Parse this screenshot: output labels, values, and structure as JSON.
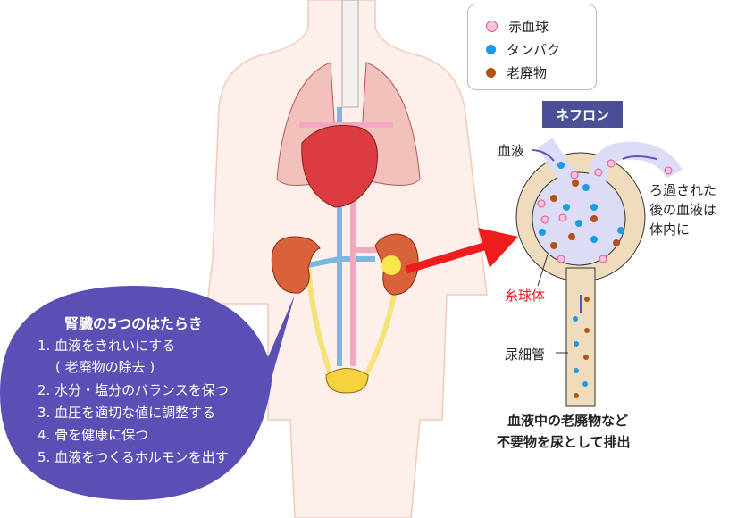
{
  "legend": {
    "items": [
      {
        "label": "赤血球",
        "color": "#f7c4dc",
        "border": "#e0558f"
      },
      {
        "label": "タンパク",
        "color": "#1a9be8",
        "border": "#1a9be8"
      },
      {
        "label": "老廃物",
        "color": "#b5501a",
        "border": "#b5501a"
      }
    ]
  },
  "nephron": {
    "title": "ネフロン",
    "blood_label": "血液",
    "filtered_label": [
      "ろ過された",
      "後の血液は",
      "体内に"
    ],
    "glomerulus_label": "糸球体",
    "tubule_label": "尿細管",
    "output_label": [
      "血液中の老廃物など",
      "不要物を尿として排出"
    ]
  },
  "bubble": {
    "title": "腎臓の5つのはたらき",
    "items": [
      "1.  血液をきれいにする",
      "( 老廃物の除去 )",
      "2.  水分・塩分のバランスを保つ",
      "3.  血圧を適切な値に調整する",
      "4.  骨を健康に保つ",
      "5.  血液をつくるホルモンを出す"
    ]
  },
  "colors": {
    "bubble": "#5a4fb5",
    "arrow": "#ee1c1c",
    "glomerulus_label": "#e8141c"
  }
}
